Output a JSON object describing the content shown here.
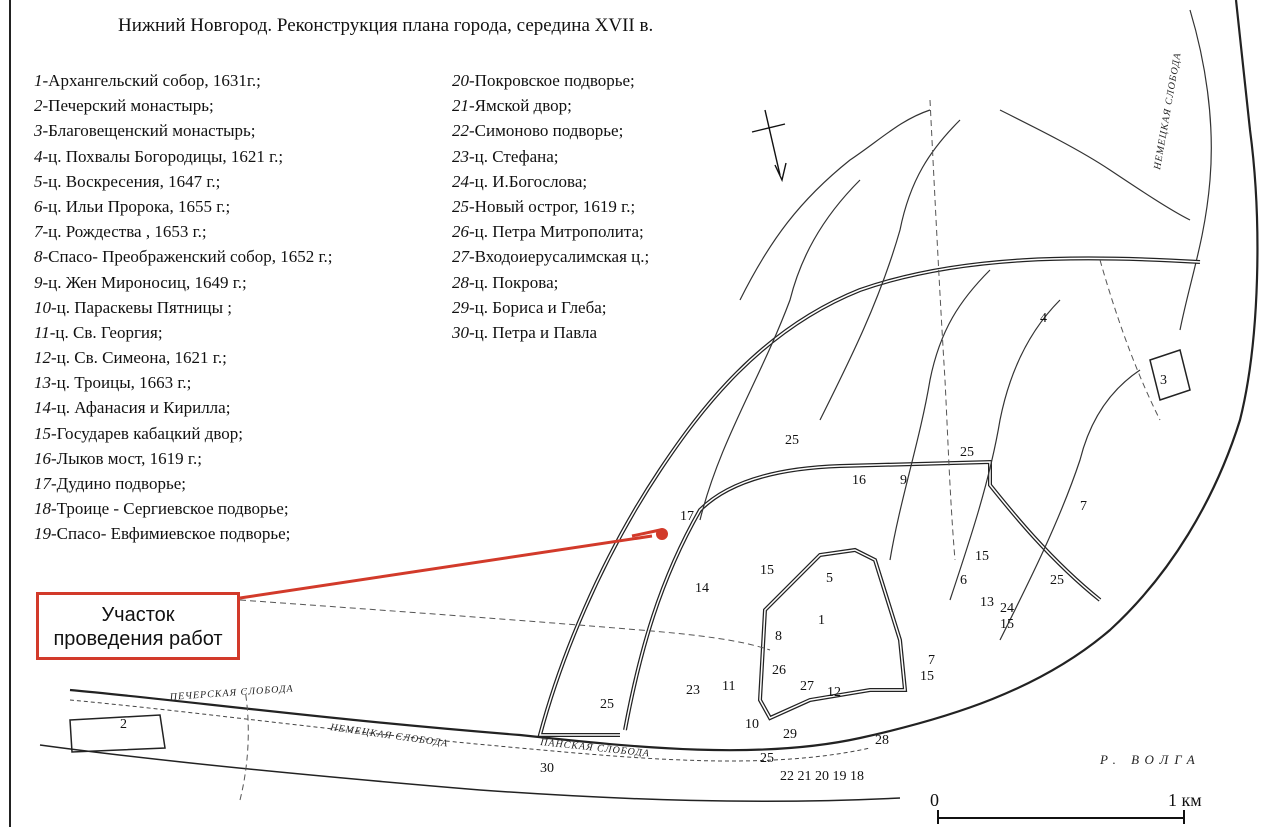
{
  "title": "Нижний Новгород. Реконструкция плана города, середина XVII в.",
  "legend_left": [
    {
      "num": "1",
      "sep": "-",
      "text": "Архангельский собор, 1631г.;"
    },
    {
      "num": "2",
      "sep": "-",
      "text": "Печерский монастырь;"
    },
    {
      "num": "3",
      "sep": "-",
      "text": "Благовещенский монастырь;"
    },
    {
      "num": "4",
      "sep": "-",
      "text": "ц. Похвалы Богородицы, 1621 г.;"
    },
    {
      "num": "5",
      "sep": "-",
      "text": "ц. Воскресения, 1647 г.;"
    },
    {
      "num": "6",
      "sep": "-",
      "text": "ц. Ильи Пророка, 1655 г.;"
    },
    {
      "num": "7",
      "sep": "-",
      "text": "ц. Рождества , 1653 г.;"
    },
    {
      "num": "8",
      "sep": "-",
      "text": "Спасо- Преображенский собор, 1652 г.;"
    },
    {
      "num": "9",
      "sep": "-",
      "text": "ц. Жен  Мироносиц, 1649 г.;"
    },
    {
      "num": "10",
      "sep": "-",
      "text": "ц. Параскевы Пятницы ;"
    },
    {
      "num": "11",
      "sep": "-",
      "text": "ц. Св. Георгия;"
    },
    {
      "num": "12",
      "sep": "-",
      "text": "ц. Св. Симеона, 1621 г.;"
    },
    {
      "num": "13",
      "sep": "-",
      "text": "ц. Троицы, 1663 г.;"
    },
    {
      "num": "14",
      "sep": "-",
      "text": "ц. Афанасия и Кирилла;"
    },
    {
      "num": "15",
      "sep": "-",
      "text": "Государев кабацкий двор;"
    },
    {
      "num": "16",
      "sep": "-",
      "text": "Лыков мост, 1619 г.;"
    },
    {
      "num": "17",
      "sep": "-",
      "text": "Дудино подворье;"
    },
    {
      "num": "18",
      "sep": "-",
      "text": "Троице - Сергиевское подворье;"
    },
    {
      "num": "19",
      "sep": "-",
      "text": "Спасо- Евфимиевское подворье;"
    }
  ],
  "legend_right": [
    {
      "num": "20",
      "sep": "-",
      "text": "Покровское подворье;"
    },
    {
      "num": "21",
      "sep": "-",
      "text": "Ямской двор;"
    },
    {
      "num": "22",
      "sep": "-",
      "text": "Симоново подворье;"
    },
    {
      "num": "23",
      "sep": "-",
      "text": "ц. Стефана;"
    },
    {
      "num": "24",
      "sep": "-",
      "text": "ц. И.Богослова;"
    },
    {
      "num": "25",
      "sep": "-",
      "text": "Новый острог, 1619 г.;"
    },
    {
      "num": "26",
      "sep": "-",
      "text": "ц. Петра Митрополита;"
    },
    {
      "num": "27",
      "sep": "-",
      "text": "Входоиерусалимская ц.;"
    },
    {
      "num": "28",
      "sep": "-",
      "text": "ц. Покрова;"
    },
    {
      "num": "29",
      "sep": "-",
      "text": "ц. Бориса и Глеба;"
    },
    {
      "num": "30",
      "sep": "-",
      "text": "ц. Петра и Павла"
    }
  ],
  "callout": {
    "line1": "Участок",
    "line2": "проведения работ"
  },
  "map_labels": {
    "nemetskaya_sloboda_top": "НЕМЕЦКАЯ СЛОБОДА",
    "nemetskaya_sloboda_bottom": "НЕМЕЦКАЯ СЛОБОДА",
    "panskaya_sloboda": "ПАНСКАЯ СЛОБОДА",
    "pecherskaya_sloboda": "ПЕЧЕРСКАЯ СЛОБОДА",
    "river": "Р. ВОЛГА"
  },
  "scale": {
    "zero": "0",
    "one": "1 км"
  },
  "marker_color": "#d23a2a"
}
